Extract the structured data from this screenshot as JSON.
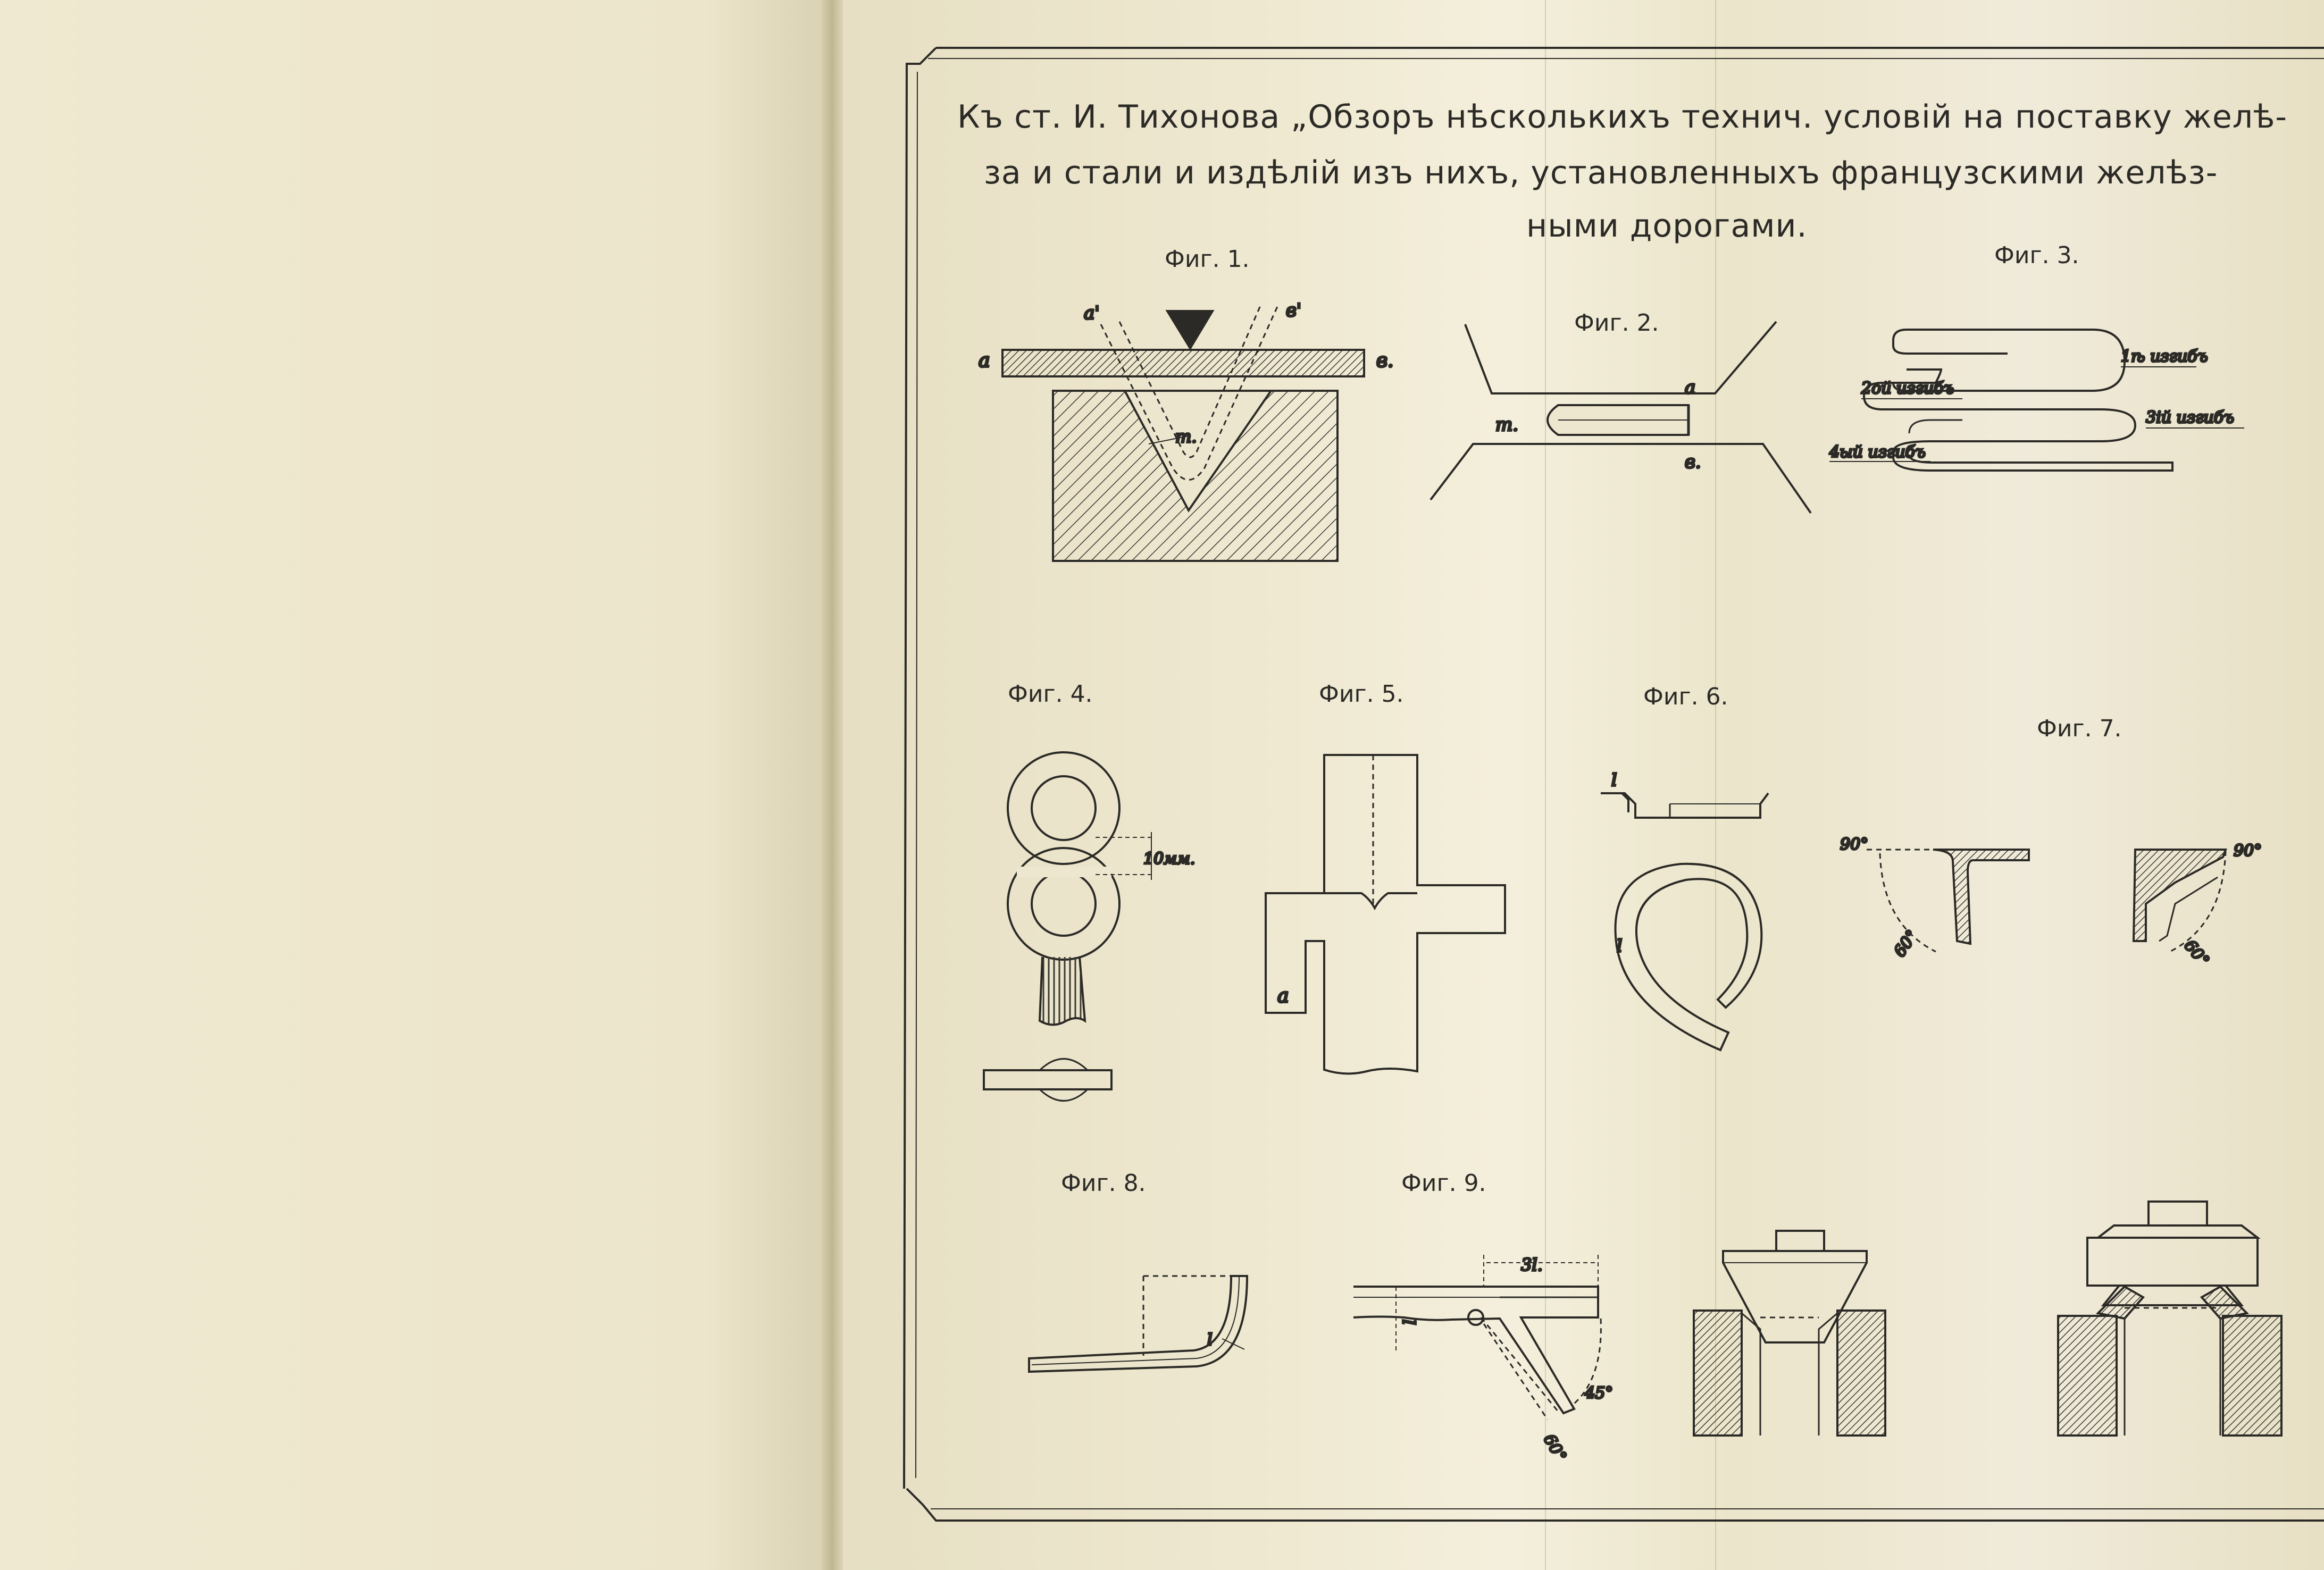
{
  "title": {
    "line1": "Къ ст. И. Тихонова „Обзоръ нѣсколькихъ технич. условій на поставку желѣ-",
    "line2": "за и стали и издѣлій изъ нихъ, установленныхъ французскими желѣз-",
    "line3": "ными дорогами."
  },
  "figures": {
    "fig1": "Фиг. 1.",
    "fig2": "Фиг. 2.",
    "fig3": "Фиг. 3.",
    "fig4": "Фиг. 4.",
    "fig5": "Фиг. 5.",
    "fig6": "Фиг. 6.",
    "fig7": "Фиг. 7.",
    "fig8": "Фиг. 8.",
    "fig9": "Фиг. 9."
  },
  "annotations": {
    "fig1": {
      "a": "a",
      "b": "в.",
      "a_prime": "a'",
      "b_prime": "в'",
      "m": "m."
    },
    "fig2": {
      "m": "m.",
      "a": "a",
      "b": "в."
    },
    "fig3": {
      "bend1": "1ѣ изгибъ",
      "bend2": "2ой изгибъ",
      "bend3": "3ій изгибъ",
      "bend4": "4ый изгибъ"
    },
    "fig4": {
      "dim": "10мм."
    },
    "fig5": {
      "a": "a"
    },
    "fig6": {
      "l_top": "l",
      "l_side": "l"
    },
    "fig7": {
      "angle90_left": "90°",
      "angle60_left": "60°",
      "angle90_right": "90°",
      "angle60_right": "60°"
    },
    "fig8": {
      "l": "l"
    },
    "fig9": {
      "three_l": "3l.",
      "l": "l",
      "angle45": "45°",
      "angle60": "60°"
    }
  }
}
